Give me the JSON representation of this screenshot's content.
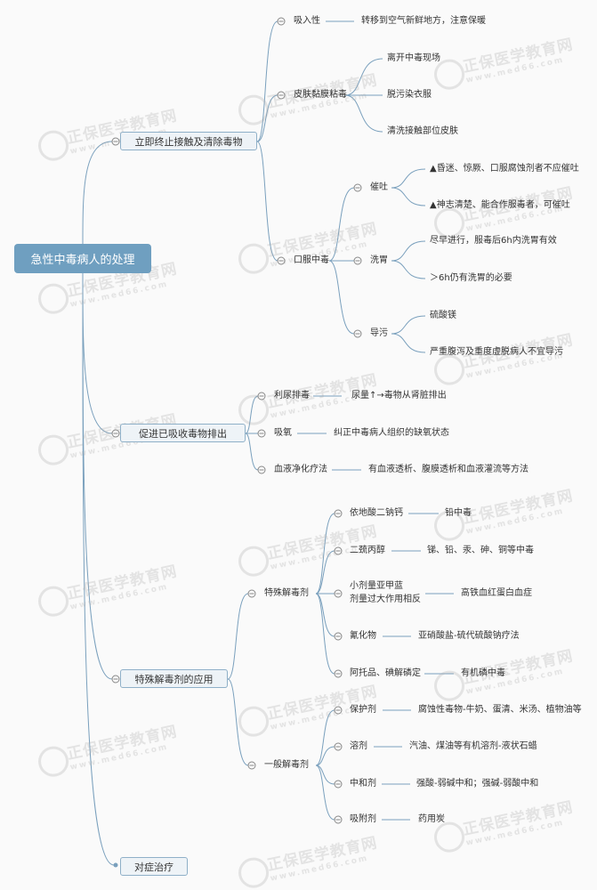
{
  "root": "急性中毒病人的处理",
  "watermark": {
    "name": "正保医学教育网",
    "url": "www.med66.com"
  },
  "branches": {
    "b1": {
      "label": "立即终止接触及清除毒物",
      "inhale": {
        "label": "吸入性",
        "leaf": "转移到空气新鲜地方，注意保暖"
      },
      "skin": {
        "label": "皮肤黏膜粘毒",
        "leaves": [
          "离开中毒现场",
          "脱污染衣服",
          "清洗接触部位皮肤"
        ]
      },
      "oral": {
        "label": "口服中毒",
        "emesis": {
          "label": "催吐",
          "leaves": [
            "▲昏迷、惊厥、口服腐蚀剂者不应催吐",
            "▲神志清楚、能合作服毒者，可催吐"
          ]
        },
        "lavage": {
          "label": "洗胃",
          "leaves": [
            "尽早进行，服毒后6h内洗胃有效",
            "＞6h仍有洗胃的必要"
          ]
        },
        "purge": {
          "label": "导污",
          "leaves": [
            "硫酸镁",
            "严重腹泻及重度虚脱病人不宜导污"
          ]
        }
      }
    },
    "b2": {
      "label": "促进已吸收毒物排出",
      "items": [
        {
          "label": "利尿排毒",
          "leaf": "尿量↑→毒物从肾脏排出"
        },
        {
          "label": "吸氧",
          "leaf": "纠正中毒病人组织的缺氧状态"
        },
        {
          "label": "血液净化疗法",
          "leaf": "有血液透析、腹膜透析和血液灌流等方法"
        }
      ]
    },
    "b3": {
      "label": "特殊解毒剂的应用",
      "special": {
        "label": "特殊解毒剂",
        "items": [
          {
            "label": "依地酸二钠钙",
            "leaf": "铅中毒"
          },
          {
            "label": "二巯丙醇",
            "leaf": "锑、铅、汞、砷、铜等中毒"
          },
          {
            "label": "小剂量亚甲蓝",
            "label2": "剂量过大作用相反",
            "leaf": "高铁血红蛋白血症"
          },
          {
            "label": "氰化物",
            "leaf": "亚硝酸盐-硫代硫酸钠疗法"
          },
          {
            "label": "阿托品、碘解磷定",
            "leaf": "有机磷中毒"
          }
        ]
      },
      "general": {
        "label": "一般解毒剂",
        "items": [
          {
            "label": "保护剂",
            "leaf": "腐蚀性毒物-牛奶、蛋清、米汤、植物油等"
          },
          {
            "label": "溶剂",
            "leaf": "汽油、煤油等有机溶剂-液状石蜡"
          },
          {
            "label": "中和剂",
            "leaf": "强酸-弱碱中和；强碱-弱酸中和"
          },
          {
            "label": "吸附剂",
            "leaf": "药用炭"
          }
        ]
      }
    },
    "b4": {
      "label": "对症治疗"
    }
  },
  "colors": {
    "root": "#6f9fc0",
    "edge": "#7aa0bd",
    "node_fill": "#eef3f7",
    "node_border": "#8fb0c8"
  }
}
